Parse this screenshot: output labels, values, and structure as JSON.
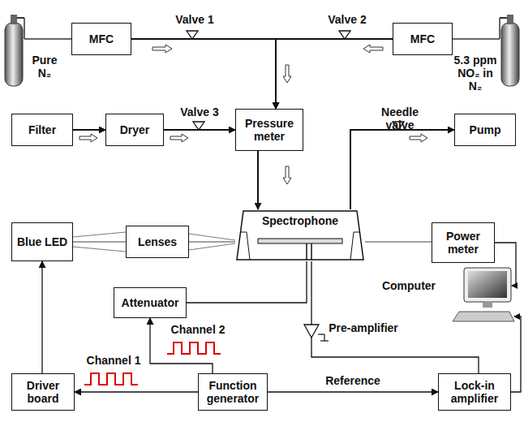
{
  "diagram": {
    "nodes": [
      {
        "text": [
          "MFC"
        ]
      },
      {
        "text": [
          "MFC"
        ]
      },
      {
        "text": [
          "Filter"
        ]
      },
      {
        "text": [
          "Dryer"
        ]
      },
      {
        "text": [
          "Pressure meter"
        ]
      },
      {
        "text": [
          "Pump"
        ]
      },
      {
        "text": [
          "Blue LED"
        ]
      },
      {
        "text": [
          "Lenses"
        ]
      },
      {
        "text": [
          "Spectrophone"
        ]
      },
      {
        "text": [
          "Power meter"
        ]
      },
      {
        "text": [
          "Attenuator"
        ]
      },
      {
        "text": [
          "Driver board"
        ]
      },
      {
        "text": [
          "Function generator"
        ]
      },
      {
        "text": [
          "Lock-in amplifier"
        ]
      }
    ],
    "edges": [
      {
        "from": 0,
        "to": 4,
        "arrow": "to"
      },
      {
        "from": 1,
        "to": 4,
        "arrow": "to"
      },
      {
        "from": 2,
        "to": 3,
        "arrow": "to"
      },
      {
        "from": 3,
        "to": 4,
        "arrow": "to"
      },
      {
        "from": 4,
        "to": 8,
        "arrow": "to"
      },
      {
        "from": 8,
        "to": 5,
        "arrow": "to"
      },
      {
        "from": 6,
        "to": 7,
        "arrow": "none"
      },
      {
        "from": 7,
        "to": 8,
        "arrow": "none"
      },
      {
        "from": 8,
        "to": 9,
        "arrow": "none"
      },
      {
        "from": 10,
        "to": 8,
        "arrow": "none"
      },
      {
        "from": 8,
        "to": 13,
        "arrow": "none"
      },
      {
        "from": 12,
        "to": 11,
        "arrow": "to"
      },
      {
        "from": 11,
        "to": 6,
        "arrow": "to"
      },
      {
        "from": 12,
        "to": 10,
        "arrow": "to"
      },
      {
        "from": 12,
        "to": 13,
        "label": "Reference",
        "arrow": "to"
      }
    ],
    "labels": [
      "Valve 1",
      "Valve 2",
      "Valve 3",
      "Needle valve",
      "Pure N₂",
      "5.3 ppm NO₂ in N₂",
      "Channel 1",
      "Channel 2",
      "Pre-amplifier",
      "Computer"
    ]
  }
}
